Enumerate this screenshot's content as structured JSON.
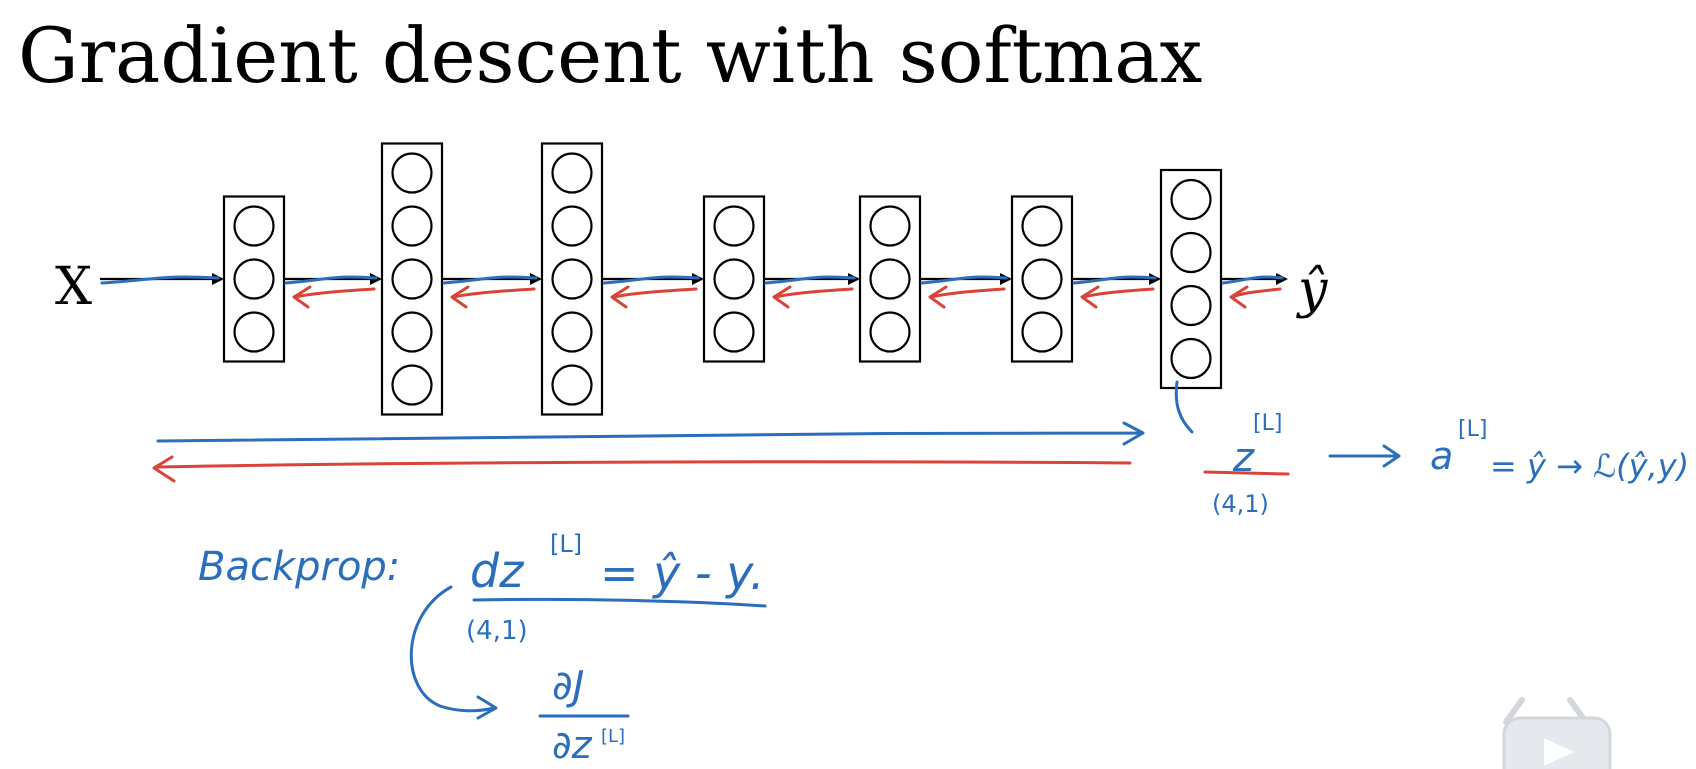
{
  "title": "Gradient descent with softmax",
  "network": {
    "input_label": "X",
    "output_label": "ŷ",
    "layers": [
      {
        "name": "hidden-layer-1",
        "units": 3
      },
      {
        "name": "hidden-layer-2",
        "units": 5
      },
      {
        "name": "hidden-layer-3",
        "units": 5
      },
      {
        "name": "hidden-layer-4",
        "units": 3
      },
      {
        "name": "hidden-layer-5",
        "units": 3
      },
      {
        "name": "hidden-layer-6",
        "units": 3
      },
      {
        "name": "softmax-output-layer",
        "units": 4
      }
    ]
  },
  "annotations": {
    "z_symbol": "z",
    "z_superscript": "[L]",
    "z_shape": "(4,1)",
    "activation_eq": "a",
    "activation_sup": "[L]",
    "activation_rhs": "= ŷ → ℒ(ŷ,y)",
    "backprop_label": "Backprop:",
    "dz_lhs": "dz",
    "dz_sup": "[L]",
    "dz_rhs": "= ŷ - y.",
    "dz_shape": "(4,1)",
    "grad_num": "∂J",
    "grad_den": "∂z",
    "grad_den_sup": "[L]"
  },
  "colors": {
    "forward": "#2a6ebc",
    "backward": "#d9433a",
    "ink": "#000000"
  }
}
